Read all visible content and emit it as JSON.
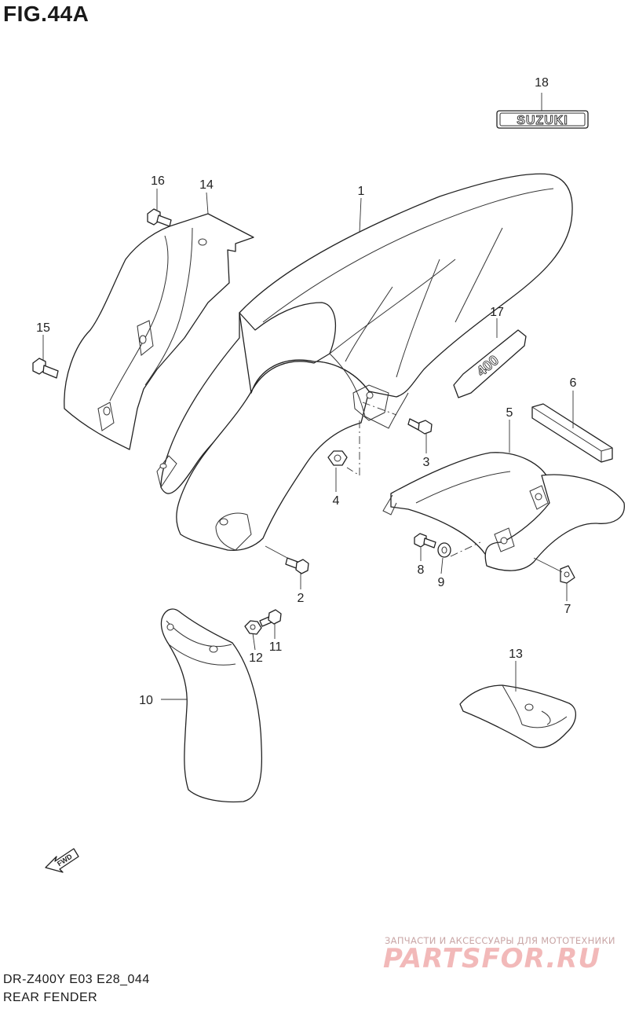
{
  "figure": {
    "title": "FIG.44A",
    "model_code": "DR-Z400Y E03 E28_044",
    "section_name": "REAR FENDER"
  },
  "callouts": [
    {
      "id": "1",
      "label": "1"
    },
    {
      "id": "2",
      "label": "2"
    },
    {
      "id": "3",
      "label": "3"
    },
    {
      "id": "4",
      "label": "4"
    },
    {
      "id": "5",
      "label": "5"
    },
    {
      "id": "6",
      "label": "6"
    },
    {
      "id": "7",
      "label": "7"
    },
    {
      "id": "8",
      "label": "8"
    },
    {
      "id": "9",
      "label": "9"
    },
    {
      "id": "10",
      "label": "10"
    },
    {
      "id": "11",
      "label": "11"
    },
    {
      "id": "12",
      "label": "12"
    },
    {
      "id": "13",
      "label": "13"
    },
    {
      "id": "14",
      "label": "14"
    },
    {
      "id": "15",
      "label": "15"
    },
    {
      "id": "16",
      "label": "16"
    },
    {
      "id": "17",
      "label": "17"
    },
    {
      "id": "18",
      "label": "18"
    }
  ],
  "emblems": {
    "suzuki": "SUZUKI",
    "fwd": "FWD",
    "model_decal": "400"
  },
  "watermark": {
    "tagline": "ЗАПЧАСТИ И АКСЕССУАРЫ ДЛЯ МОТОТЕХНИКИ",
    "brand": "PARTSFOR.RU"
  }
}
